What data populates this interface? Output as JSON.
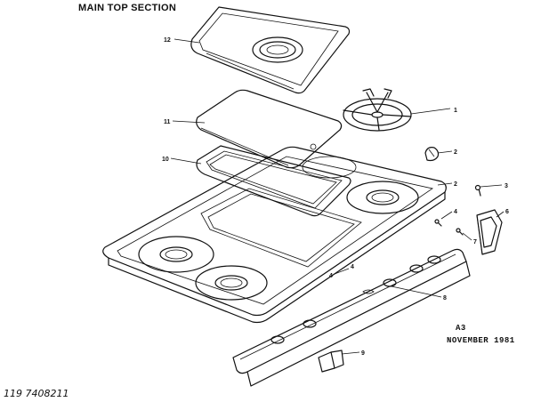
{
  "title": "MAIN TOP SECTION",
  "callouts": {
    "c1": "1",
    "c2": "2",
    "c3": "2",
    "c4": "3",
    "c5": "4",
    "c6": "6",
    "c7": "7",
    "c8": "4",
    "c9": "8",
    "c10": "9",
    "c11": "10",
    "c12": "11",
    "c13": "12",
    "c14": "4"
  },
  "stamp": {
    "line1": "A3",
    "line2": "NOVEMBER 1981"
  },
  "handwritten": "119 7408211"
}
